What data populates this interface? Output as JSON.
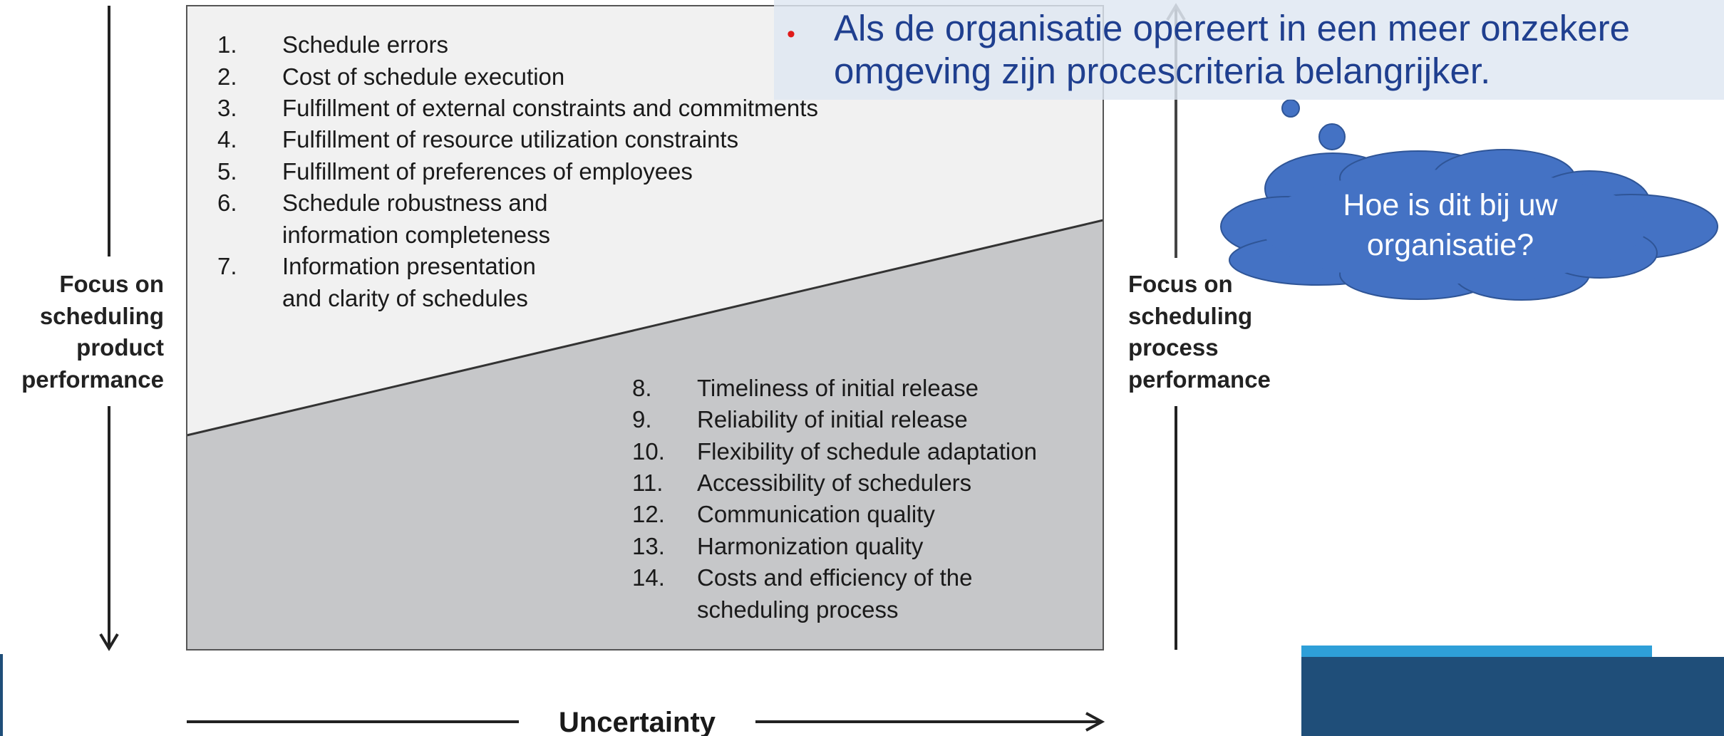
{
  "diagram": {
    "product_items": [
      {
        "num": "1.",
        "lines": [
          "Schedule errors"
        ]
      },
      {
        "num": "2.",
        "lines": [
          "Cost of schedule execution"
        ]
      },
      {
        "num": "3.",
        "lines": [
          "Fulfillment of external constraints and commitments"
        ]
      },
      {
        "num": "4.",
        "lines": [
          "Fulfillment of resource utilization constraints"
        ]
      },
      {
        "num": "5.",
        "lines": [
          "Fulfillment of preferences of employees"
        ]
      },
      {
        "num": "6.",
        "lines": [
          "Schedule robustness and",
          "information completeness"
        ]
      },
      {
        "num": "7.",
        "lines": [
          "Information presentation",
          "and clarity of schedules"
        ]
      }
    ],
    "process_items": [
      {
        "num": "8.",
        "lines": [
          "Timeliness of initial release"
        ]
      },
      {
        "num": "9.",
        "lines": [
          "Reliability of initial release"
        ]
      },
      {
        "num": "10.",
        "lines": [
          "Flexibility of schedule adaptation"
        ]
      },
      {
        "num": "11.",
        "lines": [
          "Accessibility of schedulers"
        ]
      },
      {
        "num": "12.",
        "lines": [
          "Communication quality"
        ]
      },
      {
        "num": "13.",
        "lines": [
          "Harmonization quality"
        ]
      },
      {
        "num": "14.",
        "lines": [
          "Costs and efficiency of the",
          "scheduling process"
        ]
      }
    ],
    "left_label": [
      "Focus on",
      "scheduling",
      "product",
      "performance"
    ],
    "right_label": [
      "Focus on",
      "scheduling",
      "process",
      "performance"
    ],
    "x_axis_label": "Uncertainty"
  },
  "callout": {
    "bullet": "•",
    "line1": "Als de organisatie opereert in een meer onzekere",
    "line2": "omgeving zijn procescriteria belangrijker."
  },
  "thought_cloud": {
    "line1": "Hoe is dit bij uw",
    "line2": "organisatie?"
  },
  "colors": {
    "upper_region": "#f1f1f1",
    "lower_region": "#c6c7c9",
    "cloud_fill": "#4472c4",
    "callout_text": "#1f3f8f",
    "bullet": "#e01a1a",
    "accent_bar": "#2e9fd8",
    "footer_block": "#1f4e79"
  }
}
